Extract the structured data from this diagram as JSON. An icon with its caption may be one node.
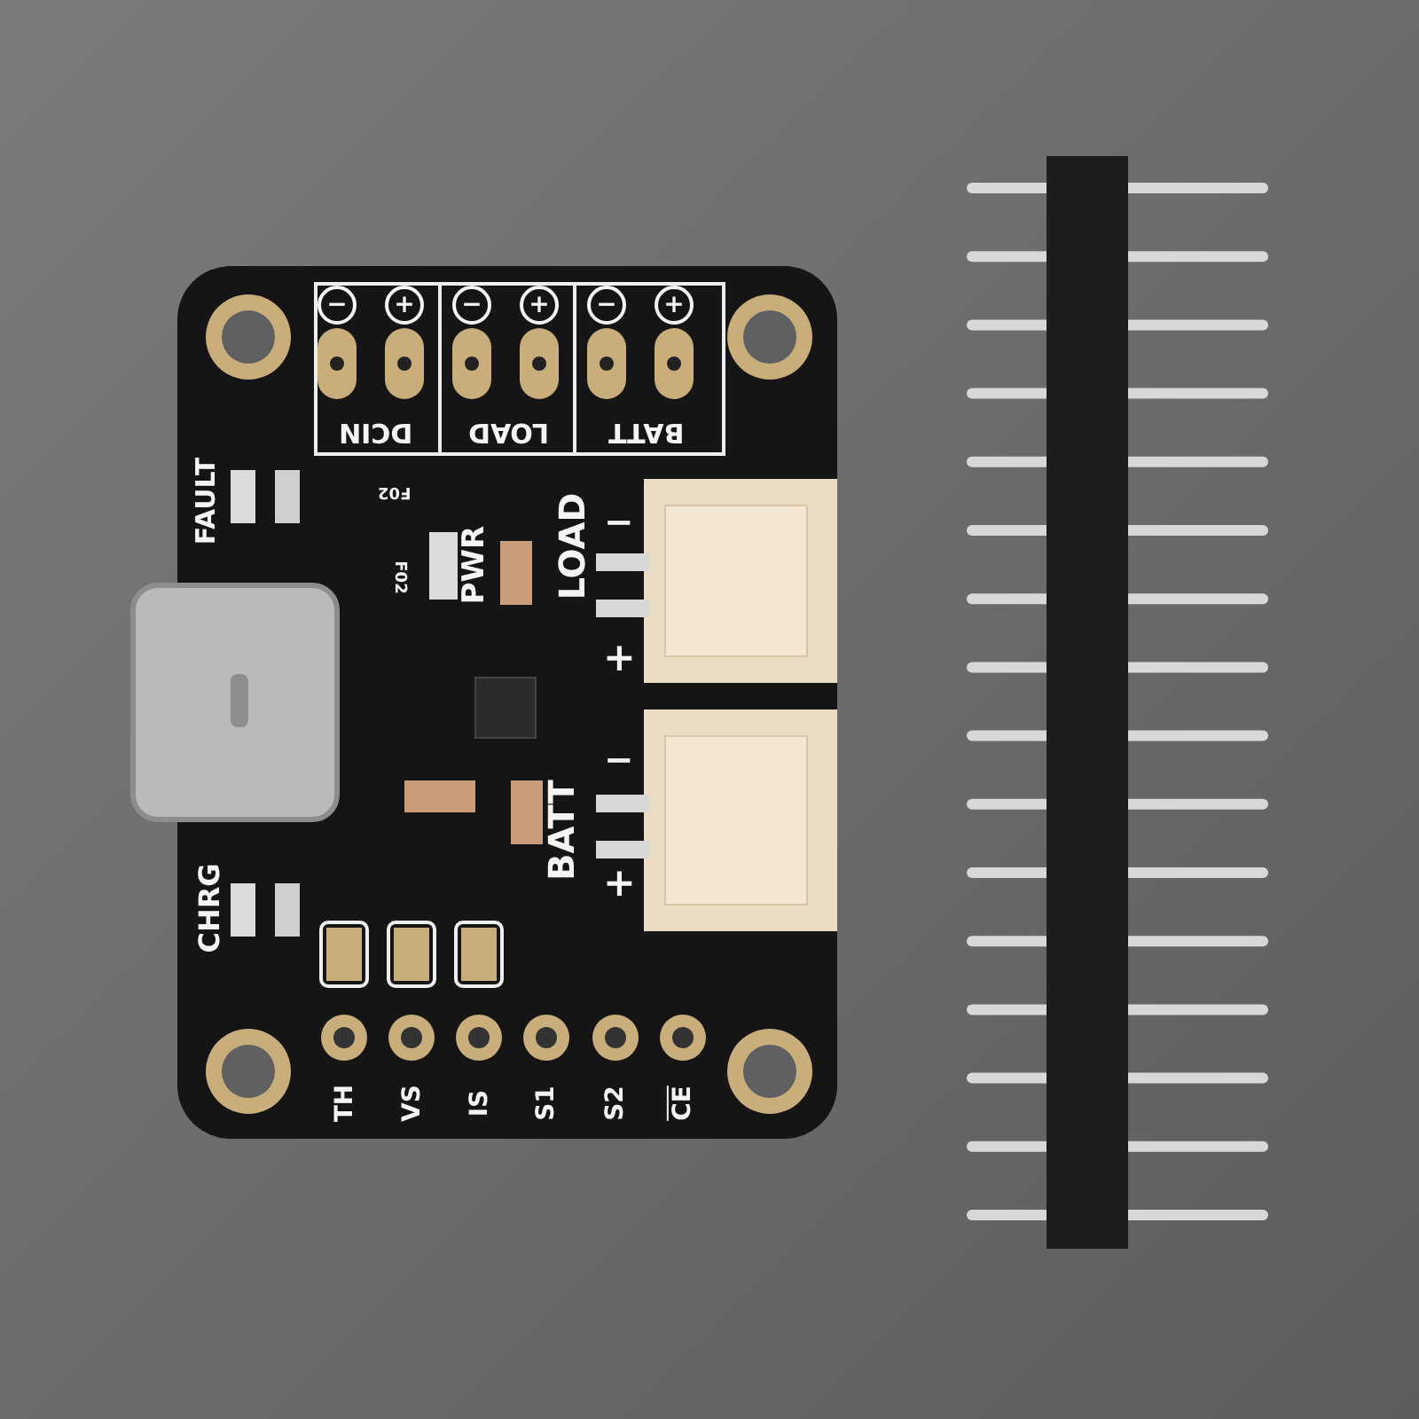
{
  "diagram": {
    "labels": [
      "−",
      "+",
      "−",
      "+",
      "−",
      "+",
      "DCIN",
      "LOAD",
      "BATT",
      "FAULT",
      "F02",
      "F02",
      "PWR",
      "LOAD",
      "−",
      "+",
      "−",
      "BATT",
      "+",
      "CHRG",
      "TH",
      "VS",
      "IS",
      "S1",
      "S2",
      "CE"
    ]
  }
}
